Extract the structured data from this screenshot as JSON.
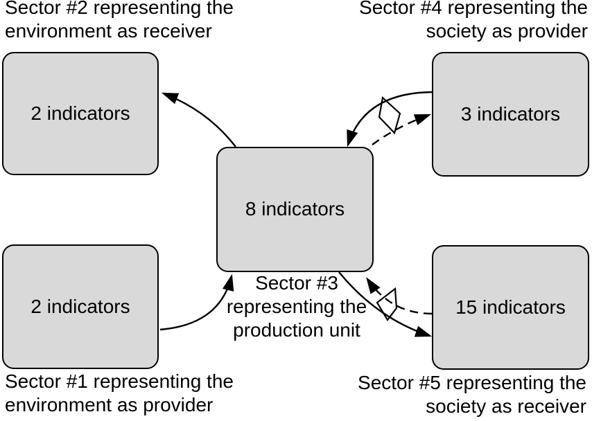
{
  "colors": {
    "background": "#ffffff",
    "box_fill": "#d9d9d9",
    "box_border": "#000000",
    "line": "#000000",
    "text": "#000000"
  },
  "sectors": {
    "s1": {
      "indicators": "2 indicators",
      "label_line1": "Sector #1 representing the",
      "label_line2": "environment as provider"
    },
    "s2": {
      "indicators": "2 indicators",
      "label_line1": "Sector #2 representing the",
      "label_line2": "environment as receiver"
    },
    "s3": {
      "indicators": "8 indicators",
      "label_line1": "Sector #3",
      "label_line2": "representing the",
      "label_line3": "production unit"
    },
    "s4": {
      "indicators": "3 indicators",
      "label_line1": "Sector #4 representing the",
      "label_line2": "society as provider"
    },
    "s5": {
      "indicators": "15 indicators",
      "label_line1": "Sector #5 representing the",
      "label_line2": "society as receiver"
    }
  },
  "flows": [
    {
      "from": "Sector #3",
      "to": "Sector #2",
      "line": "solid"
    },
    {
      "from": "Sector #1",
      "to": "Sector #3",
      "line": "solid"
    },
    {
      "from": "Sector #4",
      "to": "Sector #3",
      "line": "solid"
    },
    {
      "from": "Sector #3",
      "to": "Sector #4",
      "line": "dashed"
    },
    {
      "from": "Sector #3",
      "to": "Sector #5",
      "line": "solid"
    },
    {
      "from": "Sector #5",
      "to": "Sector #3",
      "line": "dashed"
    }
  ],
  "symbols": [
    {
      "name": "transaction-symbol",
      "on": "flows between Sector #3 and Sector #4"
    },
    {
      "name": "transaction-symbol",
      "on": "flows between Sector #3 and Sector #5"
    }
  ]
}
